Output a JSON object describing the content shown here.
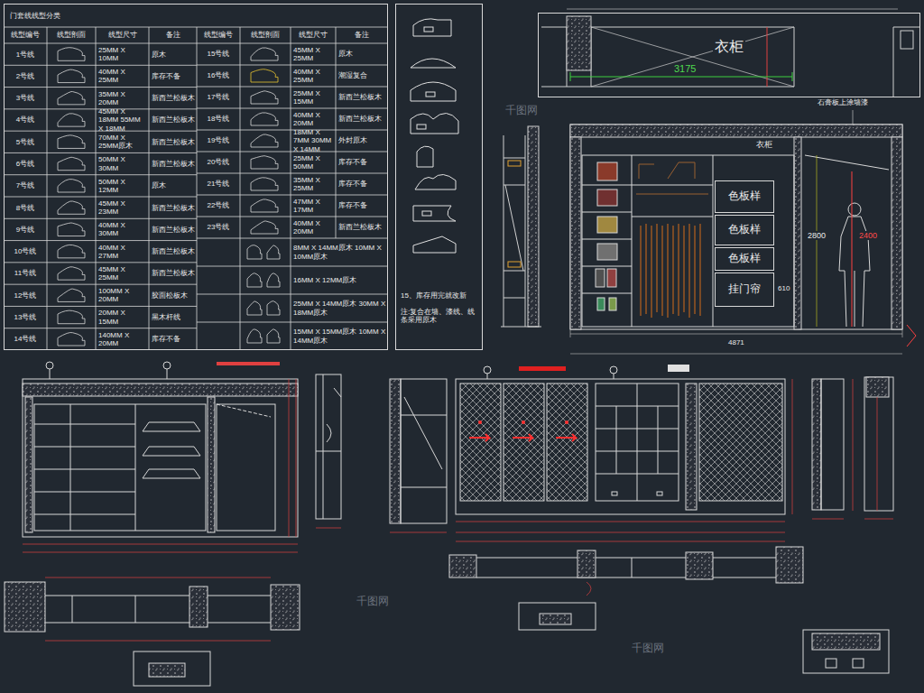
{
  "diagram": {
    "nodes": [
      {
        "text": [
          "门套线线型分类"
        ]
      },
      {
        "text": [
          "15、库存用完就改新",
          "注:复合在墙、漆线、线条采用原木"
        ]
      },
      {
        "text": [
          "衣柜"
        ]
      },
      {
        "text": [
          "色板样"
        ]
      },
      {
        "text": [
          "色板样"
        ]
      },
      {
        "text": [
          "色板样"
        ]
      },
      {
        "text": [
          "挂门帘"
        ]
      }
    ],
    "labels": [
      "线型编号",
      "线型剖面",
      "线型尺寸",
      "备注",
      "线型编号",
      "线型剖面",
      "线型尺寸",
      "备注",
      "1号线",
      "25MM X 10MM",
      "原木",
      "2号线",
      "40MM X 25MM",
      "库存不备",
      "3号线",
      "35MM X 20MM",
      "新西兰松板木",
      "4号线",
      "45MM X 18MM 55MM X 18MM",
      "新西兰松板木",
      "5号线",
      "70MM X 25MM原木",
      "新西兰松板木",
      "6号线",
      "50MM X 30MM",
      "新西兰松板木",
      "7号线",
      "50MM X 12MM",
      "原木",
      "8号线",
      "45MM X 23MM",
      "新西兰松板木",
      "9号线",
      "40MM X 30MM",
      "新西兰松板木",
      "10号线",
      "40MM X 27MM",
      "新西兰松板木",
      "11号线",
      "45MM X 25MM",
      "新西兰松板木",
      "12号线",
      "100MM X 20MM",
      "胶面松板木",
      "13号线",
      "20MM X 15MM",
      "黑木杆线",
      "14号线",
      "140MM X 20MM",
      "库存不备",
      "15号线",
      "45MM X 25MM",
      "原木",
      "16号线",
      "40MM X 25MM",
      "潮湿复合",
      "17号线",
      "25MM X 15MM",
      "新西兰松板木",
      "18号线",
      "40MM X 20MM",
      "新西兰松板木",
      "19号线",
      "18MM X 7MM 30MM X 14MM",
      "外封原木",
      "20号线",
      "25MM X 50MM",
      "库存不备",
      "21号线",
      "35MM X 25MM",
      "库存不备",
      "22号线",
      "47MM X 17MM",
      "库存不备",
      "23号线",
      "40MM X 20MM",
      "新西兰松板木",
      "8MM X 14MM原木 10MM X 10MM原木",
      "16MM X 12MM原木",
      "25MM X 14MM原木 30MM X 18MM原木",
      "15MM X 15MM原木 10MM X 14MM原木",
      "3175",
      "石膏板上涂墙漆",
      "衣柜",
      "2800",
      "2400",
      "610",
      "4871",
      "千图网",
      "千图网",
      "千图网"
    ]
  }
}
